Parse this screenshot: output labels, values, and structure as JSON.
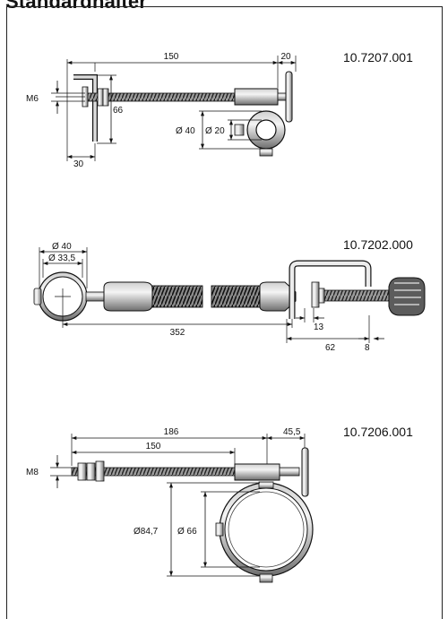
{
  "header": {
    "title": "Standardhalter"
  },
  "parts": [
    {
      "id": "10.7207.001",
      "dims": {
        "length": "150",
        "end": "20",
        "thread": "M6",
        "height": "66",
        "width": "30",
        "ring_outer": "Ø 40",
        "ring_inner": "Ø 20"
      }
    },
    {
      "id": "10.7202.000",
      "dims": {
        "ring_outer": "Ø 40",
        "ring_inner": "Ø 33,5",
        "length": "352",
        "gap": "13",
        "clamp_width": "62",
        "tail": "8"
      }
    },
    {
      "id": "10.7206.001",
      "dims": {
        "total": "186",
        "length": "150",
        "end": "45,5",
        "thread": "M8",
        "ring_outer": "Ø84,7",
        "ring_inner": "Ø 66"
      }
    }
  ],
  "colors": {
    "line": "#111111",
    "metal_light": "#e6e6e6",
    "metal_dark": "#7a7a7a",
    "background": "#ffffff"
  }
}
